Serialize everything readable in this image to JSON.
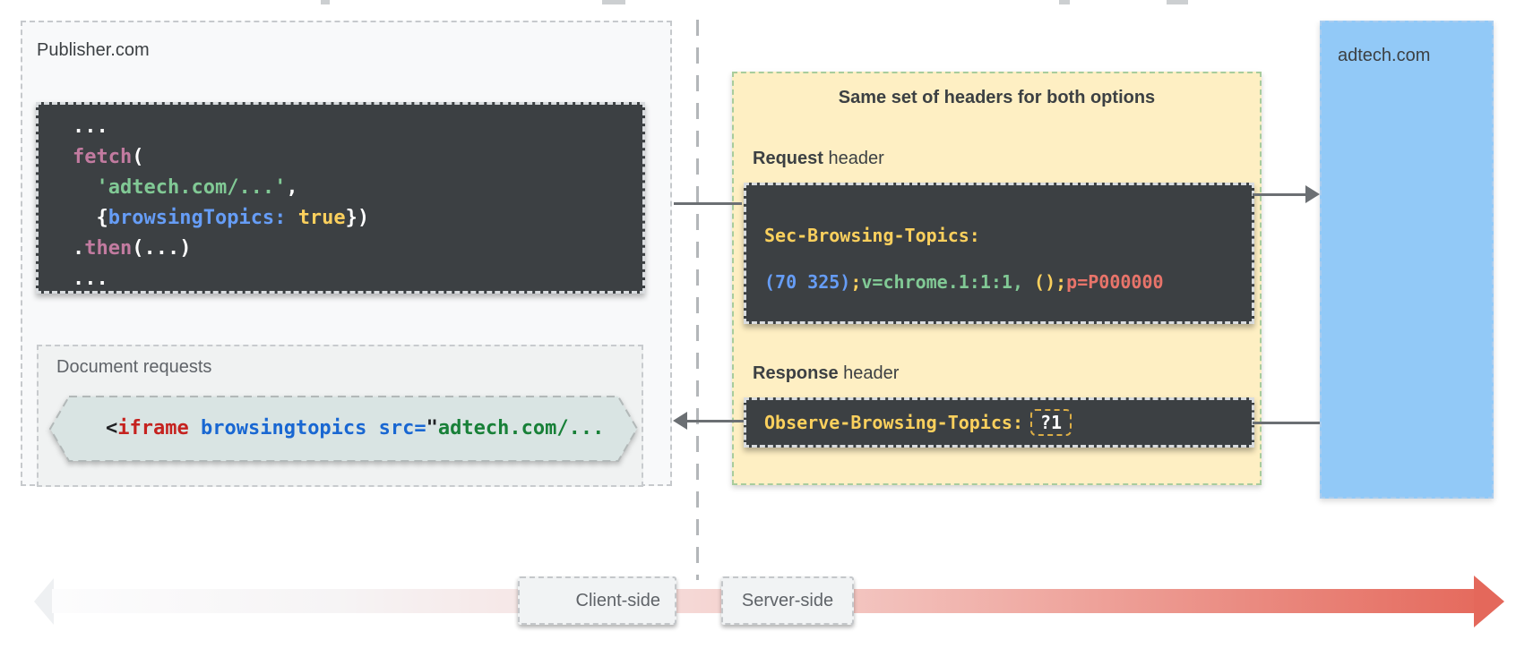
{
  "palette": {
    "code_white": "#ffffff",
    "code_pink": "#c27ba0",
    "code_blue": "#669df6",
    "code_green": "#81c995",
    "code_yellow": "#fbd05d",
    "code_salmon": "#e8746a",
    "html_dark": "#202124",
    "html_red": "#c5221f",
    "html_blue": "#1967d2",
    "html_green": "#188038",
    "yellow_panel_bg": "#feefc3",
    "blue_panel_bg": "#92c9f7",
    "dark_block_bg": "#3c4043"
  },
  "publisher": {
    "label": "Publisher.com",
    "fetch_code": [
      [
        {
          "t": "...",
          "c": "code_white"
        }
      ],
      [
        {
          "t": "fetch",
          "c": "code_pink"
        },
        {
          "t": "(",
          "c": "code_white"
        }
      ],
      [
        {
          "t": "  ",
          "c": "code_white"
        },
        {
          "t": "'adtech.com/...'",
          "c": "code_green"
        },
        {
          "t": ",",
          "c": "code_white"
        }
      ],
      [
        {
          "t": "  {",
          "c": "code_white"
        },
        {
          "t": "browsingTopics:",
          "c": "code_blue"
        },
        {
          "t": " ",
          "c": "code_white"
        },
        {
          "t": "true",
          "c": "code_yellow"
        },
        {
          "t": "})",
          "c": "code_white"
        }
      ],
      [
        {
          "t": ".",
          "c": "code_white"
        },
        {
          "t": "then",
          "c": "code_pink"
        },
        {
          "t": "(...)",
          "c": "code_white"
        }
      ],
      [
        {
          "t": "...",
          "c": "code_white"
        }
      ]
    ],
    "document_requests": {
      "label": "Document requests",
      "iframe_code": [
        {
          "t": "<",
          "c": "html_dark"
        },
        {
          "t": "iframe",
          "c": "html_red"
        },
        {
          "t": " ",
          "c": "html_dark"
        },
        {
          "t": "browsingtopics",
          "c": "html_blue"
        },
        {
          "t": " ",
          "c": "html_dark"
        },
        {
          "t": "src=",
          "c": "html_blue"
        },
        {
          "t": "\"",
          "c": "html_dark"
        },
        {
          "t": "adtech.com/...",
          "c": "html_green"
        }
      ]
    }
  },
  "headers_panel": {
    "title": "Same set of headers for both options",
    "request": {
      "label_strong": "Request",
      "label_rest": " header",
      "header_name": "Sec-Browsing-Topics:",
      "value_tokens": [
        {
          "t": "(70 325)",
          "c": "code_blue"
        },
        {
          "t": ";",
          "c": "code_yellow"
        },
        {
          "t": "v=chrome.1:1:1,",
          "c": "code_green"
        },
        {
          "t": " ();",
          "c": "code_yellow"
        },
        {
          "t": "p=P000000",
          "c": "code_salmon"
        }
      ]
    },
    "response": {
      "label_strong": "Response",
      "label_rest": " header",
      "header_name": "Observe-Browsing-Topics:",
      "value": "?1"
    }
  },
  "adtech": {
    "label": "adtech.com"
  },
  "timeline": {
    "client_label": "Client-side",
    "server_label": "Server-side"
  }
}
